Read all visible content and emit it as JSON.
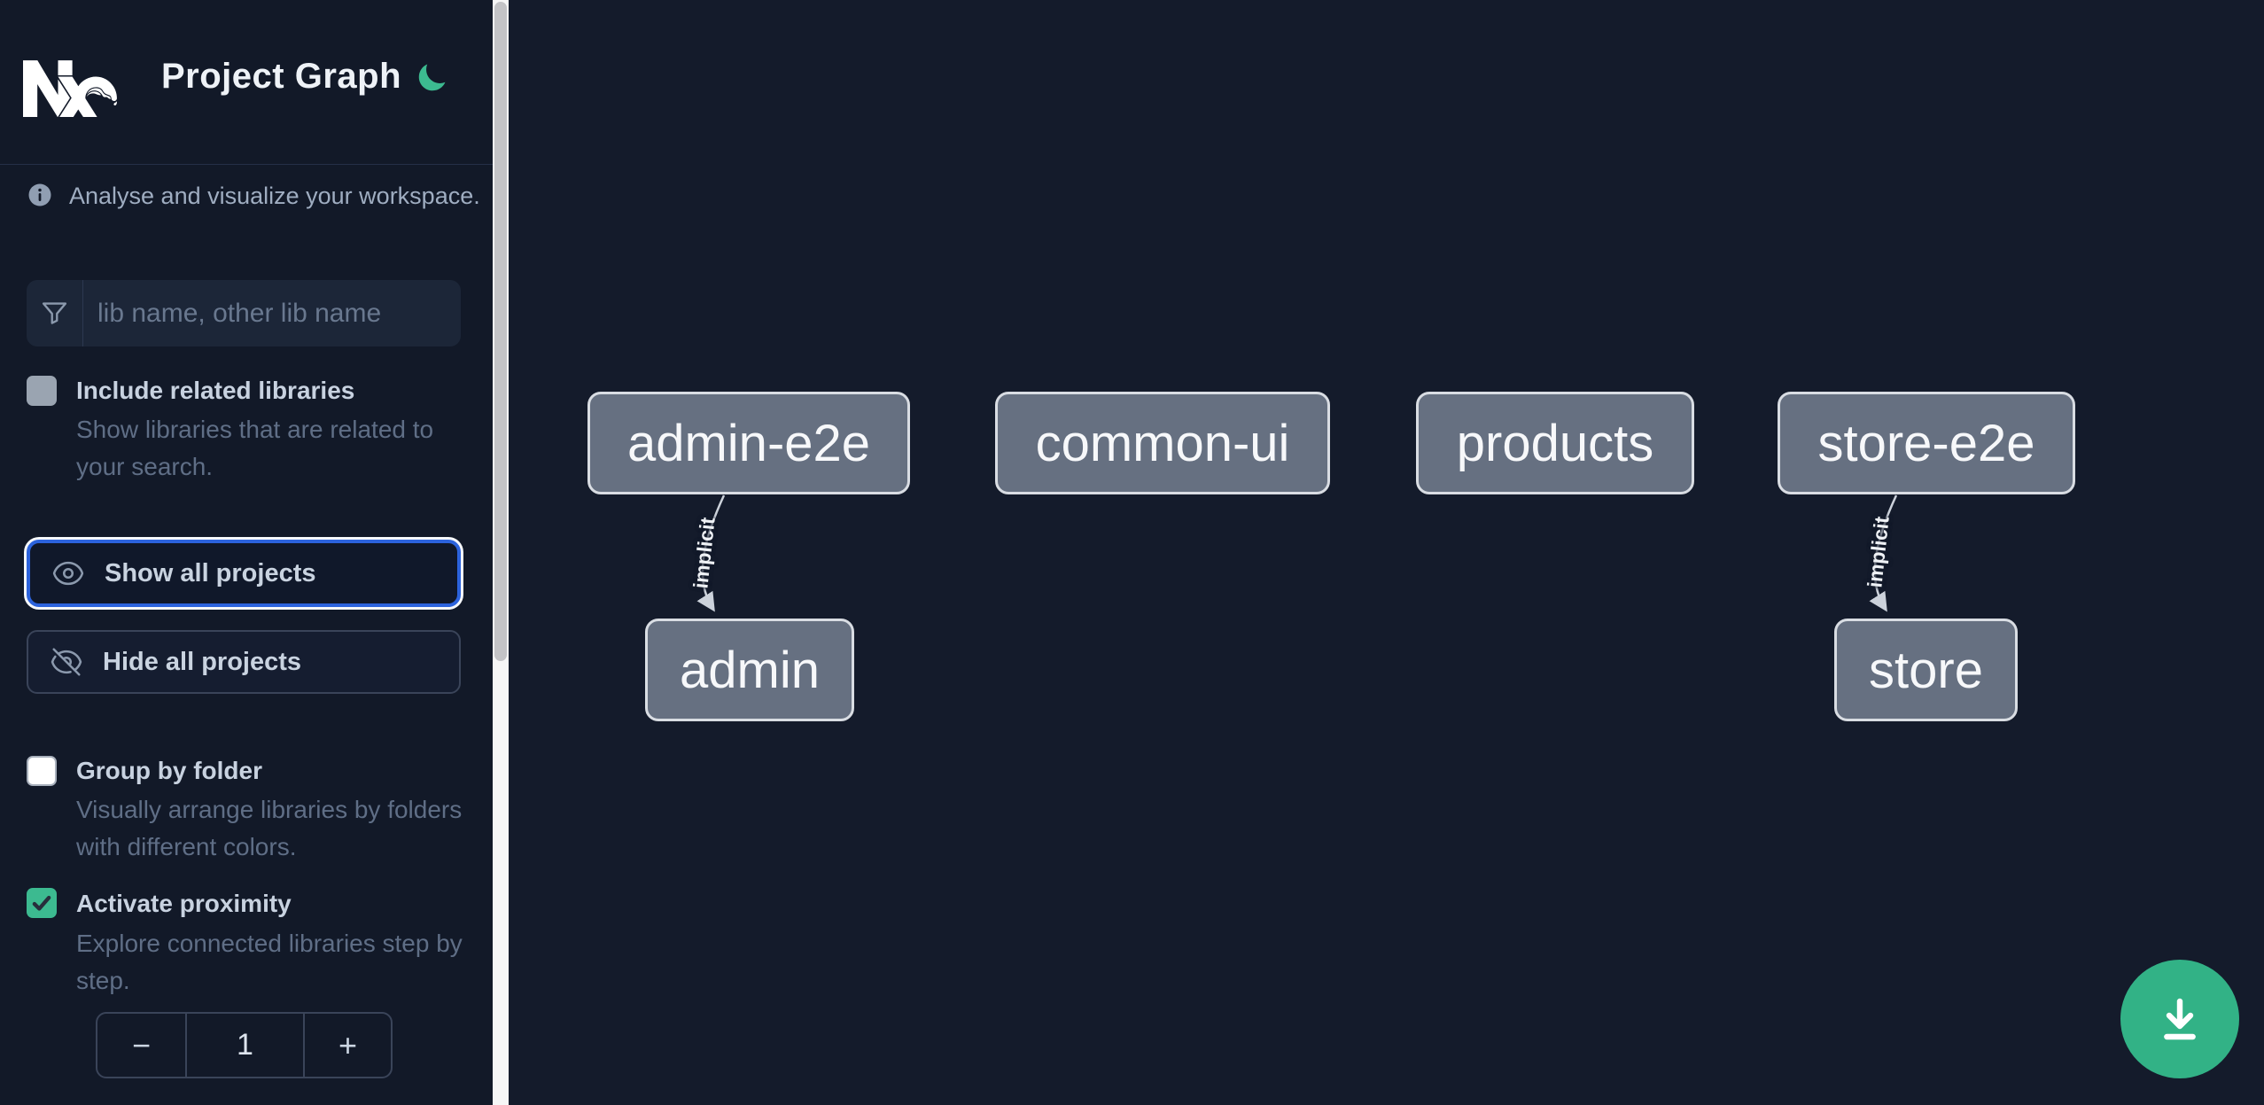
{
  "header": {
    "app_title": "Project Graph"
  },
  "intro": {
    "text": "Analyse and visualize your workspace."
  },
  "search": {
    "placeholder": "lib name, other lib name",
    "value": ""
  },
  "options": [
    {
      "label": "Include related libraries",
      "description": "Show libraries that are related to your search.",
      "checked": false
    },
    {
      "label": "Group by folder",
      "description": "Visually arrange libraries by folders with different colors.",
      "checked": false
    },
    {
      "label": "Activate proximity",
      "description": "Explore connected libraries step by step.",
      "checked": true
    }
  ],
  "actions": {
    "show_all": "Show all projects",
    "hide_all": "Hide all projects"
  },
  "stepper": {
    "decrement": "−",
    "value": "1",
    "increment": "+"
  },
  "graph": {
    "nodes": [
      {
        "label": "admin-e2e"
      },
      {
        "label": "common-ui"
      },
      {
        "label": "products"
      },
      {
        "label": "store-e2e"
      },
      {
        "label": "admin"
      },
      {
        "label": "store"
      }
    ],
    "edges": [
      {
        "source": "admin-e2e",
        "target": "admin",
        "label": "implicit"
      },
      {
        "source": "store-e2e",
        "target": "store",
        "label": "implicit"
      }
    ]
  },
  "colors": {
    "accent_green": "#3cba90",
    "fab_green": "#32b286",
    "focus_blue": "#2c63dd",
    "node_fill": "#667081",
    "node_border": "#d9dde3",
    "sidebar_bg": "#121928",
    "canvas_bg": "#141b2b"
  }
}
